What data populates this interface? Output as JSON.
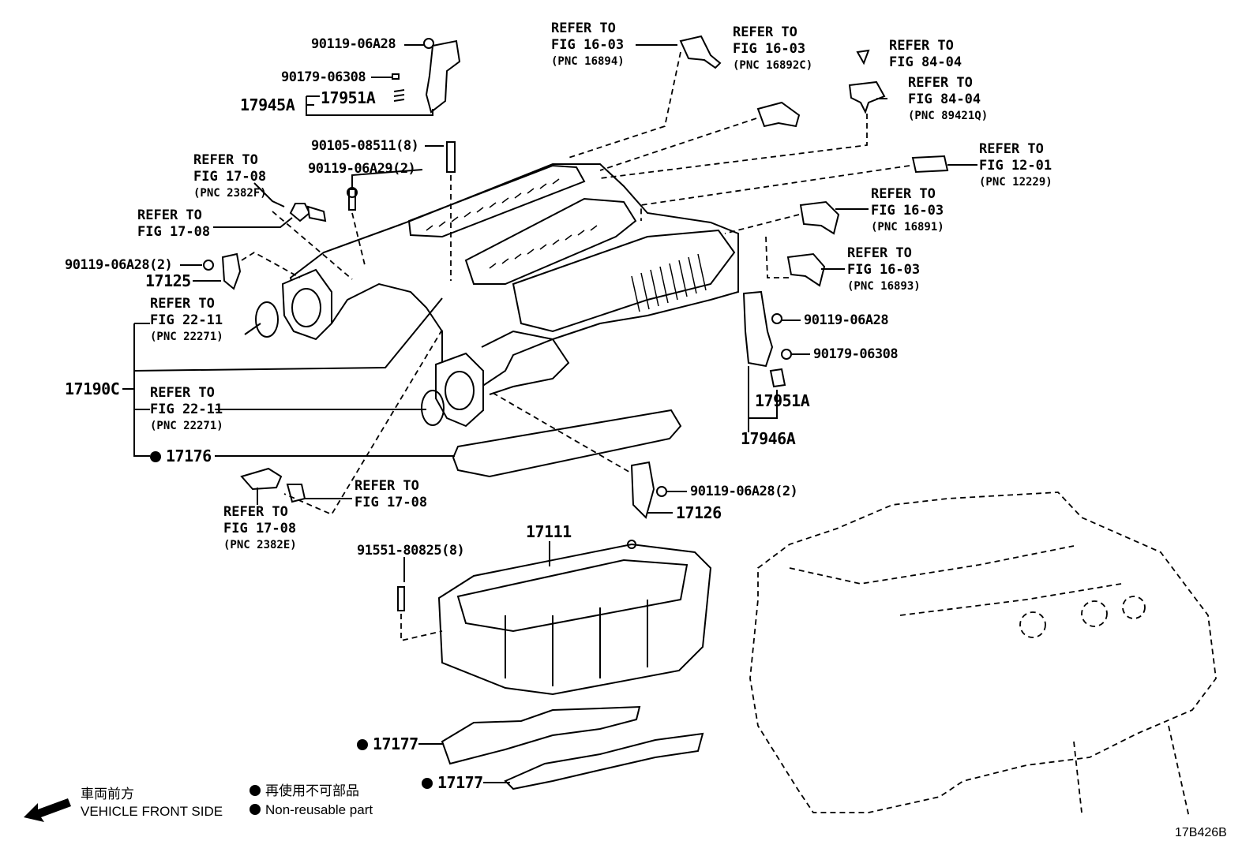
{
  "diagram_id": "17B426B",
  "parts": {
    "p90119_06A28_top": "90119-06A28",
    "p90179_06308_top": "90179-06308",
    "p17945A": "17945A",
    "p17951A_top": "17951A",
    "p90105_08511": "90105-08511(8)",
    "p90119_06A29": "90119-06A29(2)",
    "p90119_06A28_2_left": "90119-06A28(2)",
    "p17125": "17125",
    "p17190C": "17190C",
    "p17176": "17176",
    "p90119_06A28_right": "90119-06A28",
    "p90179_06308_right": "90179-06308",
    "p17951A_right": "17951A",
    "p17946A": "17946A",
    "p90119_06A28_2_right": "90119-06A28(2)",
    "p17126": "17126",
    "p17111": "17111",
    "p91551_80825": "91551-80825(8)",
    "p17177_a": "17177",
    "p17177_b": "17177"
  },
  "refs": {
    "r1": {
      "line1": "REFER TO",
      "line2": "FIG 16-03",
      "pnc": "(PNC 16894)"
    },
    "r2": {
      "line1": "REFER TO",
      "line2": "FIG 16-03",
      "pnc": "(PNC 16892C)"
    },
    "r3": {
      "line1": "REFER TO",
      "line2": "FIG 84-04"
    },
    "r4": {
      "line1": "REFER TO",
      "line2": "FIG 84-04",
      "pnc": "(PNC 89421Q)"
    },
    "r5": {
      "line1": "REFER TO",
      "line2": "FIG 12-01",
      "pnc": "(PNC 12229)"
    },
    "r6": {
      "line1": "REFER TO",
      "line2": "FIG 16-03",
      "pnc": "(PNC 16891)"
    },
    "r7": {
      "line1": "REFER TO",
      "line2": "FIG 16-03",
      "pnc": "(PNC 16893)"
    },
    "r8": {
      "line1": "REFER TO",
      "line2": "FIG 17-08",
      "pnc": "(PNC 2382F)"
    },
    "r9": {
      "line1": "REFER TO",
      "line2": "FIG 17-08"
    },
    "r10": {
      "line1": "REFER TO",
      "line2": "FIG 22-11",
      "pnc": "(PNC 22271)"
    },
    "r11": {
      "line1": "REFER TO",
      "line2": "FIG 22-11",
      "pnc": "(PNC 22271)"
    },
    "r12": {
      "line1": "REFER TO",
      "line2": "FIG 17-08"
    },
    "r13": {
      "line1": "REFER TO",
      "line2": "FIG 17-08",
      "pnc": "(PNC 2382E)"
    }
  },
  "legend": {
    "front_jp": "車両前方",
    "front_en": "VEHICLE FRONT SIDE",
    "nonreuse_jp": "再使用不可部品",
    "nonreuse_en": "Non-reusable part"
  }
}
